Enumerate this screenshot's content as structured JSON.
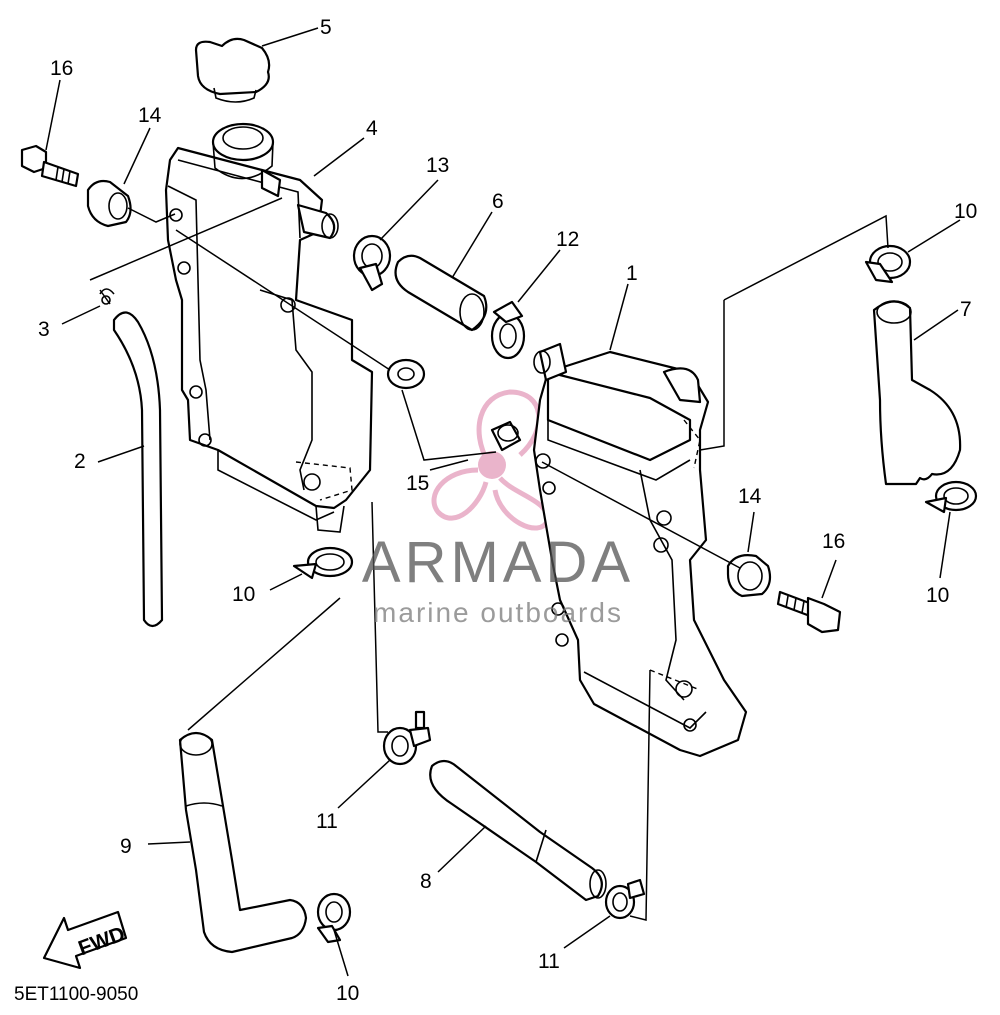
{
  "diagram": {
    "part_code": "5ET1100-9050",
    "direction_label": "FWD",
    "callouts": {
      "c1": "1",
      "c2": "2",
      "c3": "3",
      "c4": "4",
      "c5": "5",
      "c6": "6",
      "c7": "7",
      "c8": "8",
      "c9": "9",
      "c10a": "10",
      "c10b": "10",
      "c10c": "10",
      "c10d": "10",
      "c11a": "11",
      "c11b": "11",
      "c12": "12",
      "c13": "13",
      "c14a": "14",
      "c14b": "14",
      "c15": "15",
      "c16a": "16",
      "c16b": "16"
    }
  },
  "watermark": {
    "brand": "ARMADA",
    "tagline": "marine outboards",
    "logo_color": "#e7a8c3"
  }
}
